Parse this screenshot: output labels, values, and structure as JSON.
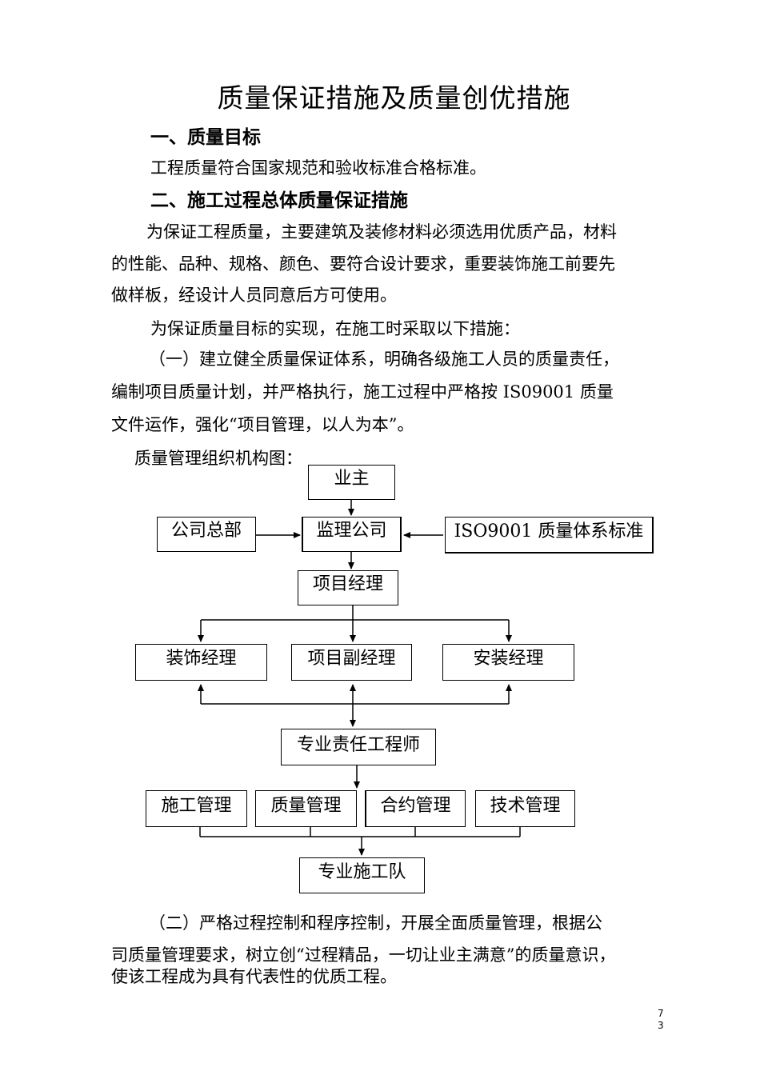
{
  "title": "质量保证措施及质量创优措施",
  "sections": {
    "s1_heading": "一、质量目标",
    "s1_text": "工程质量符合国家规范和验收标准合格标准。",
    "s2_heading": "二、施工过程总体质量保证措施",
    "para1_lines": [
      " 为保证工程质量，主要建筑及装修材料必须选用优质产品，材料",
      "的性能、品种、规格、颜色、要符合设计要求，重要装饰施工前要先",
      "做样板，经设计人员同意后方可使用。"
    ],
    "para2": "为保证质量目标的实现，在施工时采取以下措施：",
    "para3_lines": [
      "（一）建立健全质量保证体系，明确各级施工人员的质量责任，",
      "编制项目质量计划，并严格执行，施工过程中严格按 IS09001 质量",
      "文件运作，强化“项目管理，以人为本”。"
    ],
    "chart_caption": "质量管理组织机构图：",
    "para4_lines": [
      "（二）严格过程控制和程序控制，开展全面质量管理，根据公",
      "司质量管理要求，树立创“过程精品，一切让业主满意”的质量意识，",
      "使该工程成为具有代表性的优质工程。"
    ]
  },
  "org_chart": {
    "owner": "业主",
    "head_office": "公司总部",
    "supervisor": "监理公司",
    "iso_standard": "ISO9001 质量体系标准",
    "project_manager": "项目经理",
    "decoration_manager": "装饰经理",
    "deputy_manager": "项目副经理",
    "installation_manager": "安装经理",
    "chief_engineer": "专业责任工程师",
    "construction_mgmt": "施工管理",
    "quality_mgmt": "质量管理",
    "contract_mgmt": "合约管理",
    "technical_mgmt": "技术管理",
    "construction_team": "专业施工队"
  },
  "page_number": [
    "7",
    "3"
  ]
}
